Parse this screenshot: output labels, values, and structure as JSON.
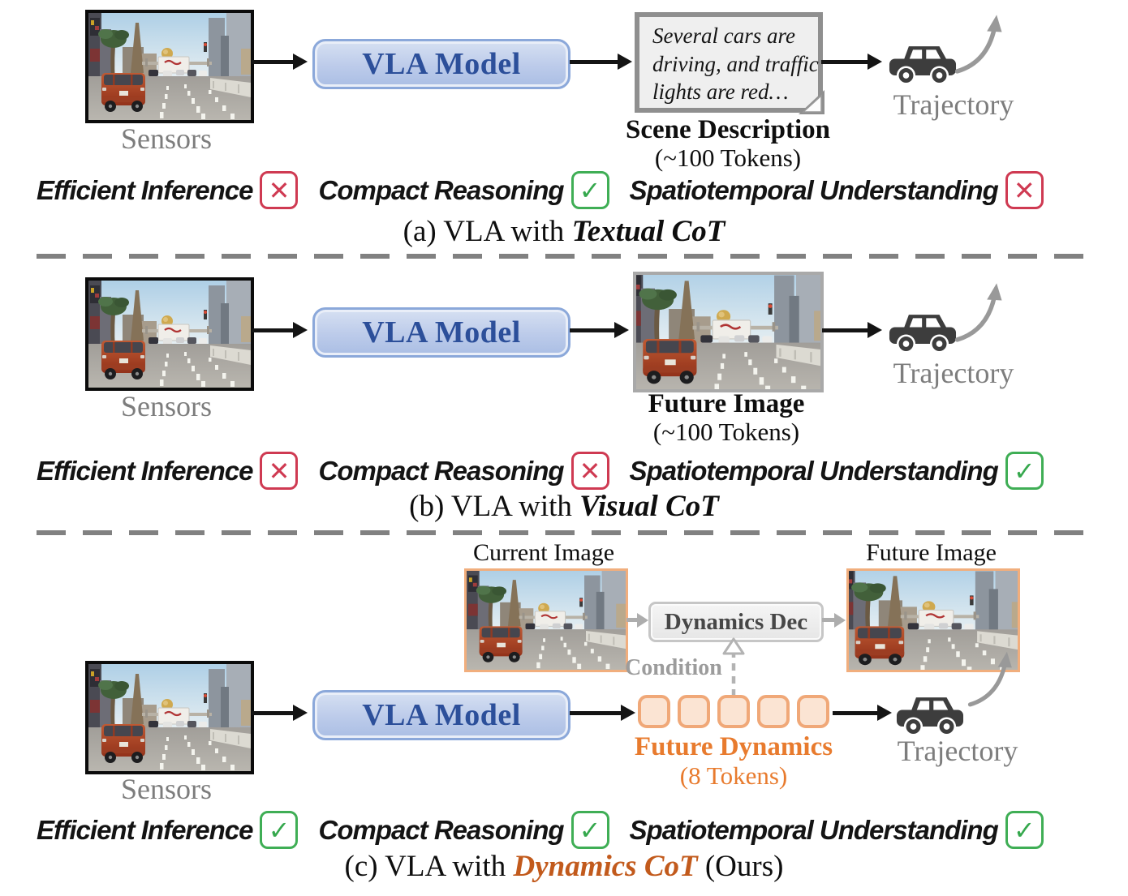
{
  "colors": {
    "vla_text": "#2c4f9a",
    "vla_border": "#8ba8da",
    "token_border": "#f0a878",
    "token_fill": "#fbe4d3",
    "orange_accent": "#e87b2e",
    "caption_orange": "#c25a1c",
    "check_green": "#3fae55",
    "cross_red": "#cf3a52",
    "gray_label": "#7d7d7d"
  },
  "panels": [
    {
      "sensors_caption": "Sensors",
      "vla_box": "VLA Model",
      "note_lines": [
        "Several cars are",
        "driving, and traffic",
        "lights are red…"
      ],
      "output_title": "Scene Description",
      "output_subtitle": "(~100 Tokens)",
      "trajectory": "Trajectory",
      "features": [
        {
          "label": "Efficient Inference",
          "ok": false
        },
        {
          "label": "Compact Reasoning",
          "ok": true
        },
        {
          "label": "Spatiotemporal Understanding",
          "ok": false
        }
      ],
      "caption": {
        "prefix": "(a) VLA with ",
        "highlight": "Textual CoT",
        "suffix": ""
      }
    },
    {
      "sensors_caption": "Sensors",
      "vla_box": "VLA Model",
      "output_title": "Future Image",
      "output_subtitle": "(~100 Tokens)",
      "trajectory": "Trajectory",
      "features": [
        {
          "label": "Efficient Inference",
          "ok": false
        },
        {
          "label": "Compact Reasoning",
          "ok": false
        },
        {
          "label": "Spatiotemporal Understanding",
          "ok": true
        }
      ],
      "caption": {
        "prefix": "(b) VLA with ",
        "highlight": "Visual CoT",
        "suffix": ""
      }
    },
    {
      "sensors_caption": "Sensors",
      "vla_box": "VLA Model",
      "current_image_label": "Current Image",
      "future_image_label": "Future Image",
      "dynamics_dec_label": "Dynamics Dec",
      "condition_label": "Condition",
      "output_title": "Future Dynamics",
      "output_subtitle": "(8 Tokens)",
      "trajectory": "Trajectory",
      "features": [
        {
          "label": "Efficient Inference",
          "ok": true
        },
        {
          "label": "Compact Reasoning",
          "ok": true
        },
        {
          "label": "Spatiotemporal Understanding",
          "ok": true
        }
      ],
      "caption": {
        "prefix": "(c) VLA with ",
        "highlight": "Dynamics CoT",
        "suffix": " (Ours)"
      }
    }
  ]
}
